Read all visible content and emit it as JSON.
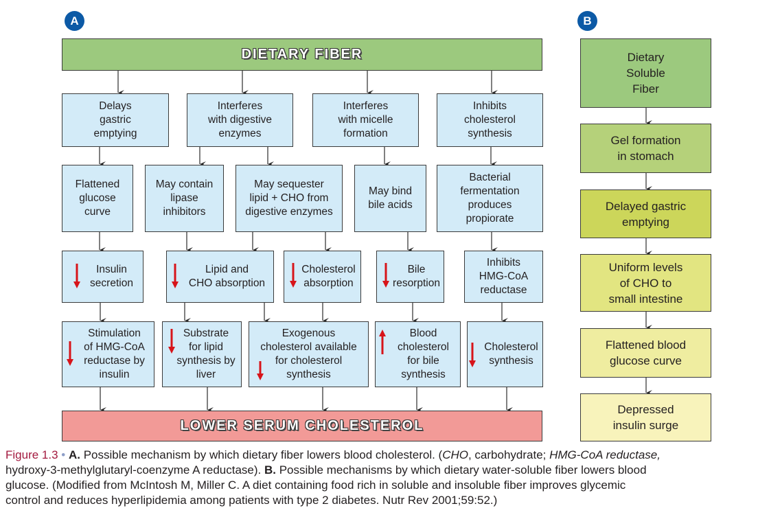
{
  "panel_labels": {
    "a": "A",
    "b": "B"
  },
  "panel_a": {
    "top_bar": "DIETARY FIBER",
    "bottom_bar": "LOWER SERUM CHOLESTEROL",
    "row1": [
      {
        "text": "Delays\ngastric\nemptying"
      },
      {
        "text": "Interferes\nwith digestive\nenzymes"
      },
      {
        "text": "Interferes\nwith micelle\nformation"
      },
      {
        "text": "Inhibits\ncholesterol\nsynthesis"
      }
    ],
    "row2": [
      {
        "text": "Flattened\nglucose\ncurve"
      },
      {
        "text": "May contain\nlipase\ninhibitors"
      },
      {
        "text": "May sequester\nlipid + CHO from\ndigestive enzymes"
      },
      {
        "text": "May bind\nbile acids"
      },
      {
        "text": "Bacterial\nfermentation\nproduces\npropiorate"
      }
    ],
    "row3": [
      {
        "text": "Insulin\nsecretion",
        "indicator": "decrease"
      },
      {
        "text": "Lipid and\nCHO absorption",
        "indicator": "decrease"
      },
      {
        "text": "Cholesterol\nabsorption",
        "indicator": "decrease"
      },
      {
        "text": "Bile\nresorption",
        "indicator": "decrease"
      },
      {
        "text": "Inhibits\nHMG-CoA\nreductase"
      }
    ],
    "row4": [
      {
        "text": "Stimulation\nof HMG-CoA\nreductase by\ninsulin",
        "indicator": "decrease"
      },
      {
        "text": "Substrate\nfor lipid\nsynthesis by\nliver",
        "indicator": "decrease"
      },
      {
        "text": "Exogenous\ncholesterol available\nfor cholesterol\nsynthesis",
        "indicator": "decrease"
      },
      {
        "text": "Blood\ncholesterol\nfor bile\nsynthesis",
        "indicator": "increase"
      },
      {
        "text": "Cholesterol\nsynthesis",
        "indicator": "decrease"
      }
    ]
  },
  "panel_b": {
    "steps": [
      {
        "text": "Dietary\nSoluble\nFiber",
        "color": "#9cc97e"
      },
      {
        "text": "Gel formation\nin stomach",
        "color": "#b5d17a"
      },
      {
        "text": "Delayed gastric\nemptying",
        "color": "#ccd65a"
      },
      {
        "text": "Uniform levels\nof CHO to\nsmall intestine",
        "color": "#e2e581"
      },
      {
        "text": "Flattened blood\nglucose curve",
        "color": "#efeda0"
      },
      {
        "text": "Depressed\ninsulin surge",
        "color": "#f8f3bb"
      }
    ]
  },
  "colors": {
    "badge": "#0c5aa6",
    "mechanism_box": "#d3ebf8",
    "top_bar": "#9cc97e",
    "bottom_bar": "#f29a97",
    "indicator_arrow": "#d7141a",
    "figure_label": "#a31a3f"
  },
  "caption": {
    "figure_label": "Figure 1.3",
    "bullet": "•",
    "line1": {
      "a_label": "A.",
      "t1": " Possible mechanism by which dietary fiber lowers blood cholesterol. (",
      "i1": "CHO",
      "t2": ", carbohydrate; ",
      "i2": "HMG-CoA reductase,"
    },
    "line2": {
      "t1": "hydroxy-3-methylglutaryl-coenzyme A reductase). ",
      "b_label": "B.",
      "t2": " Possible mechanisms by which dietary water-soluble fiber lowers blood"
    },
    "line3": "glucose. (Modified from McIntosh M, Miller C. A diet containing food rich in soluble and insoluble fiber improves glycemic",
    "line4": "control and reduces hyperlipidemia among patients with type 2 diabetes. Nutr Rev 2001;59:52.)"
  }
}
